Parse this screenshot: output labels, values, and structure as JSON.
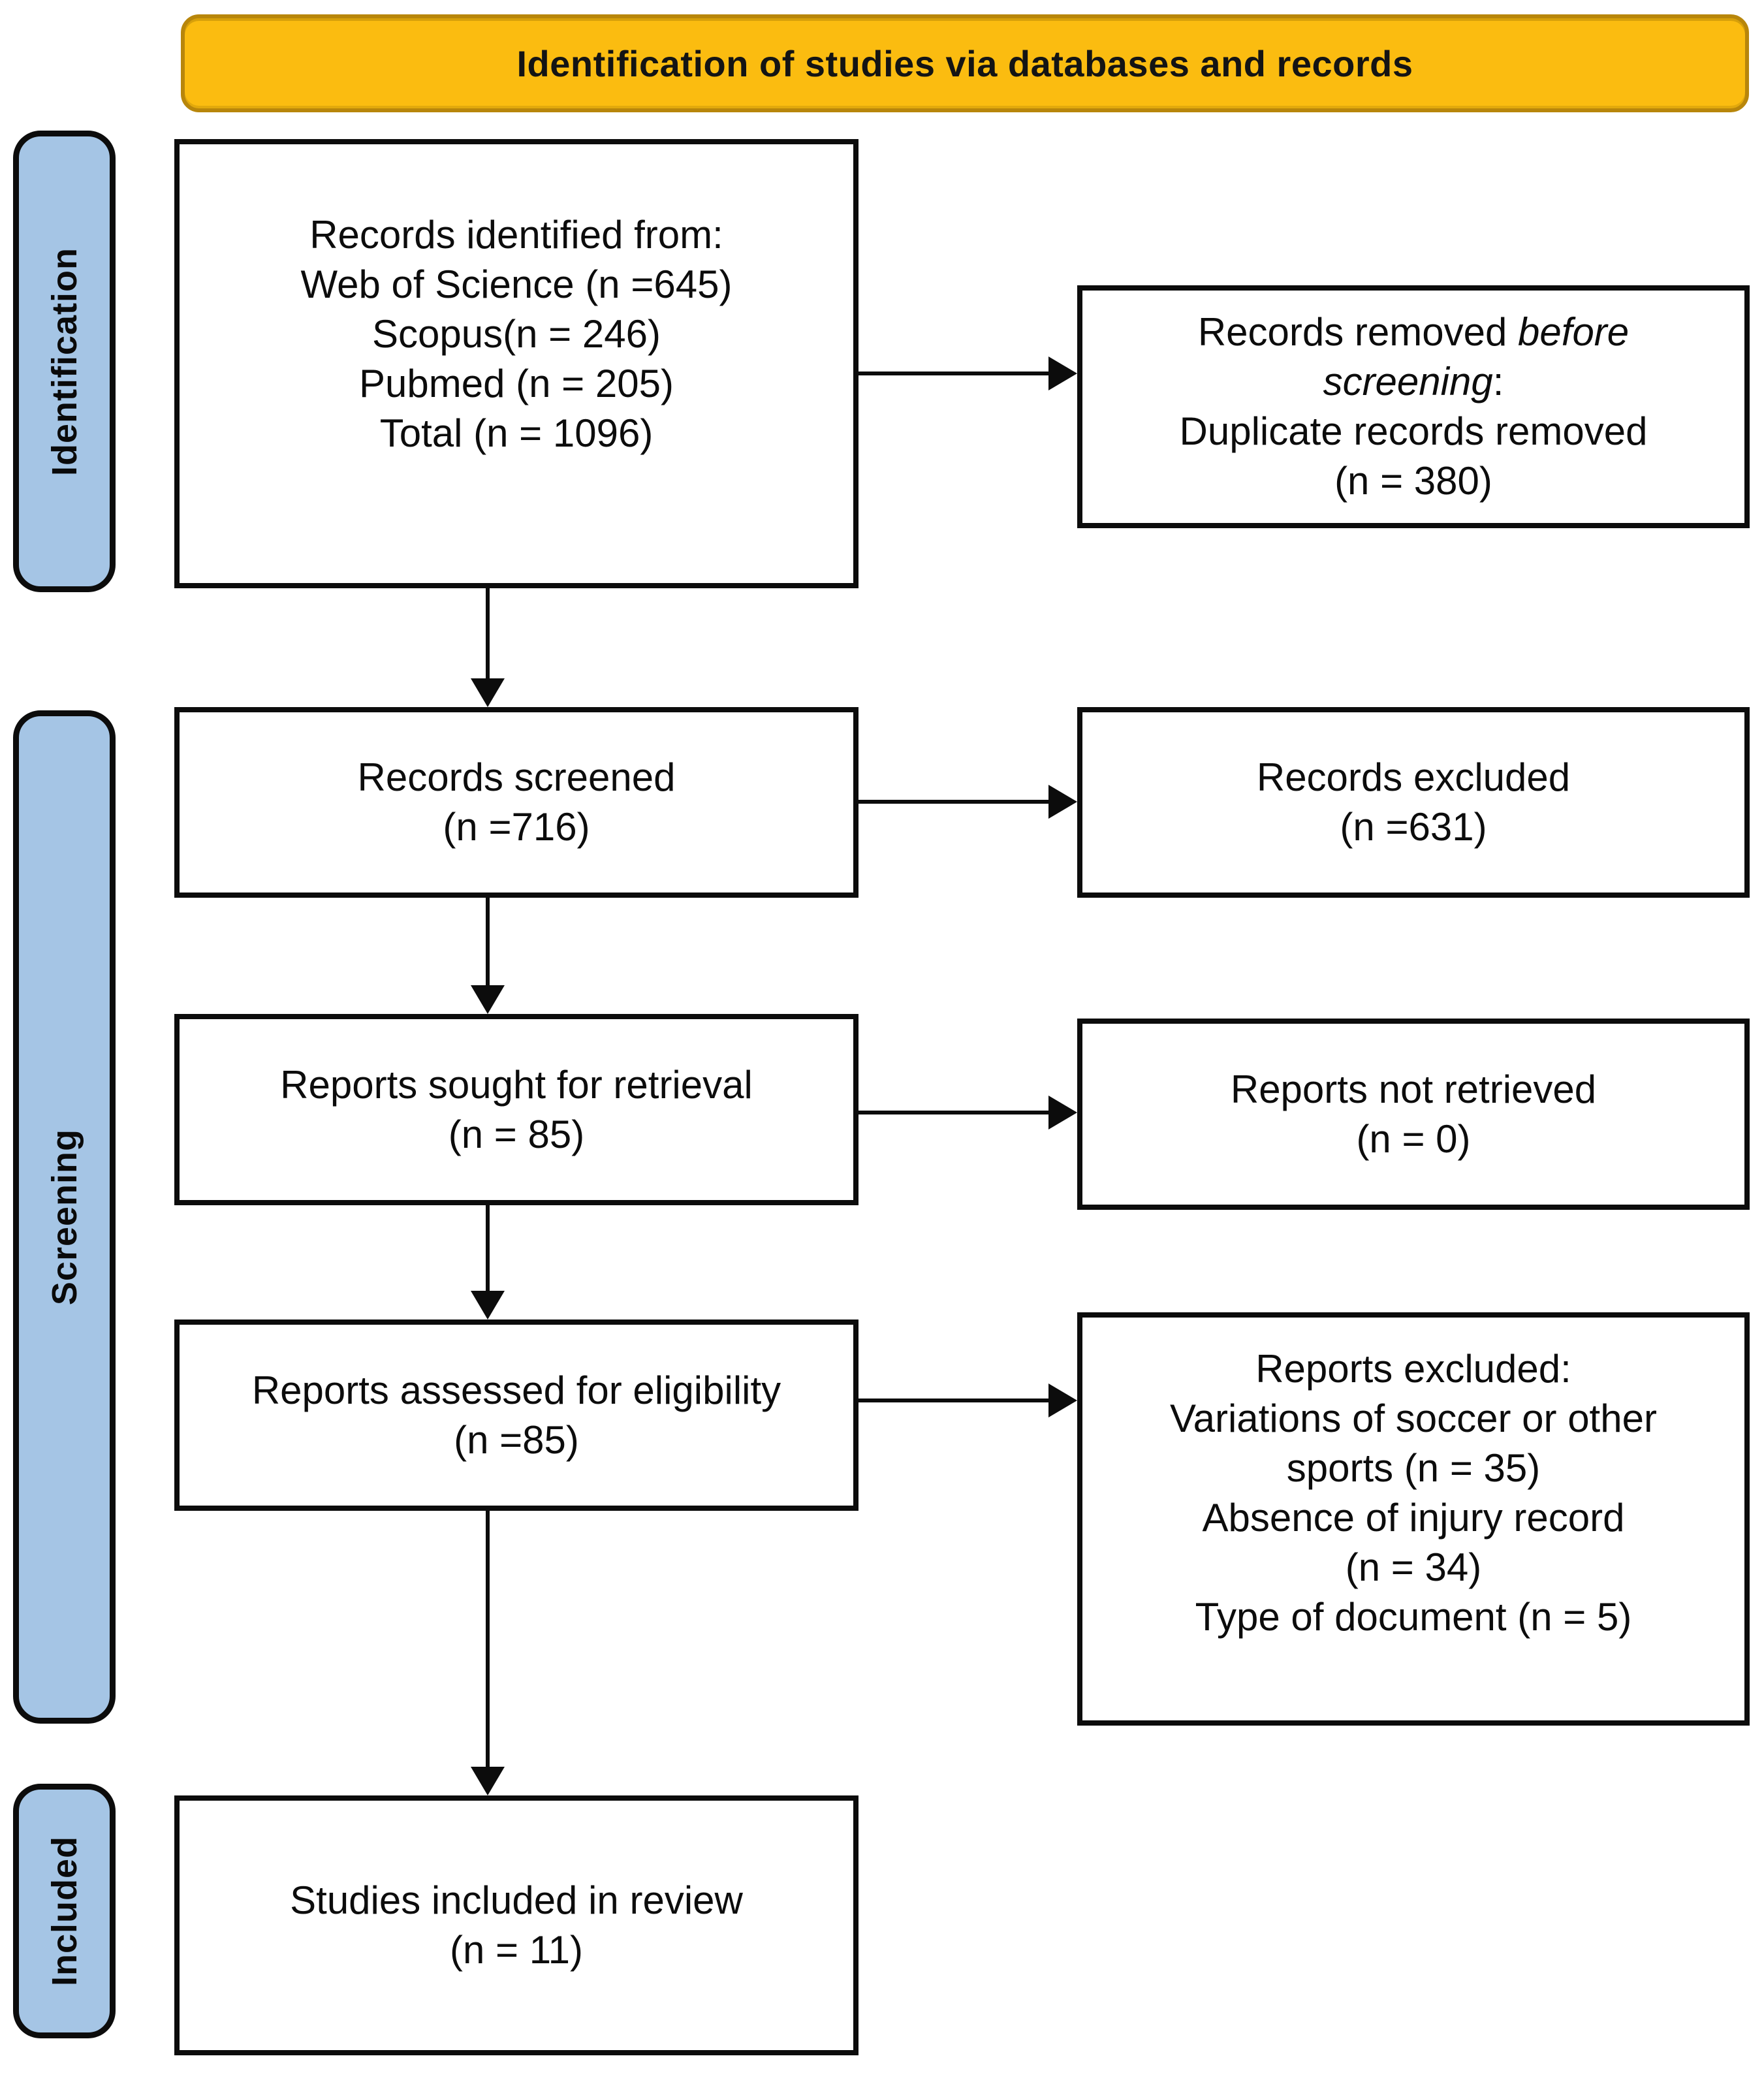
{
  "header": {
    "title": "Identification of studies via databases and records"
  },
  "sidebar": {
    "identification": "Identification",
    "screening": "Screening",
    "included": "Included"
  },
  "boxes": {
    "records_identified": {
      "lines": [
        "Records identified from:",
        "Web of Science (n =645)",
        "Scopus(n = 246)",
        "Pubmed (n = 205)",
        "Total (n = 1096)"
      ]
    },
    "records_removed": {
      "lines": [
        [
          {
            "t": "Records removed "
          },
          {
            "t": "before",
            "i": true
          }
        ],
        [
          {
            "t": "screening",
            "i": true
          },
          {
            "t": ":"
          }
        ],
        [
          {
            "t": "Duplicate records removed"
          }
        ],
        [
          {
            "t": "(n = 380)"
          }
        ]
      ]
    },
    "records_screened": {
      "lines": [
        "Records screened",
        "(n =716)"
      ]
    },
    "records_excluded": {
      "lines": [
        "Records excluded",
        "(n =631)"
      ]
    },
    "reports_sought": {
      "lines": [
        "Reports sought for retrieval",
        "(n = 85)"
      ]
    },
    "reports_not_retrieved": {
      "lines": [
        "Reports not retrieved",
        "(n = 0)"
      ]
    },
    "reports_assessed": {
      "lines": [
        "Reports assessed for eligibility",
        "(n =85)"
      ]
    },
    "reports_excluded": {
      "lines": [
        "Reports excluded:",
        "Variations of soccer or other",
        "sports (n = 35)",
        "Absence of injury record",
        "(n = 34)",
        "Type of document (n = 5)"
      ]
    },
    "studies_included": {
      "lines": [
        "Studies included in review",
        "(n = 11)"
      ]
    }
  },
  "colors": {
    "header_bg": "#FBBC10",
    "header_border": "#B8860B",
    "sidebar_bg": "#A5C5E5",
    "ink": "#0C0C0C"
  }
}
